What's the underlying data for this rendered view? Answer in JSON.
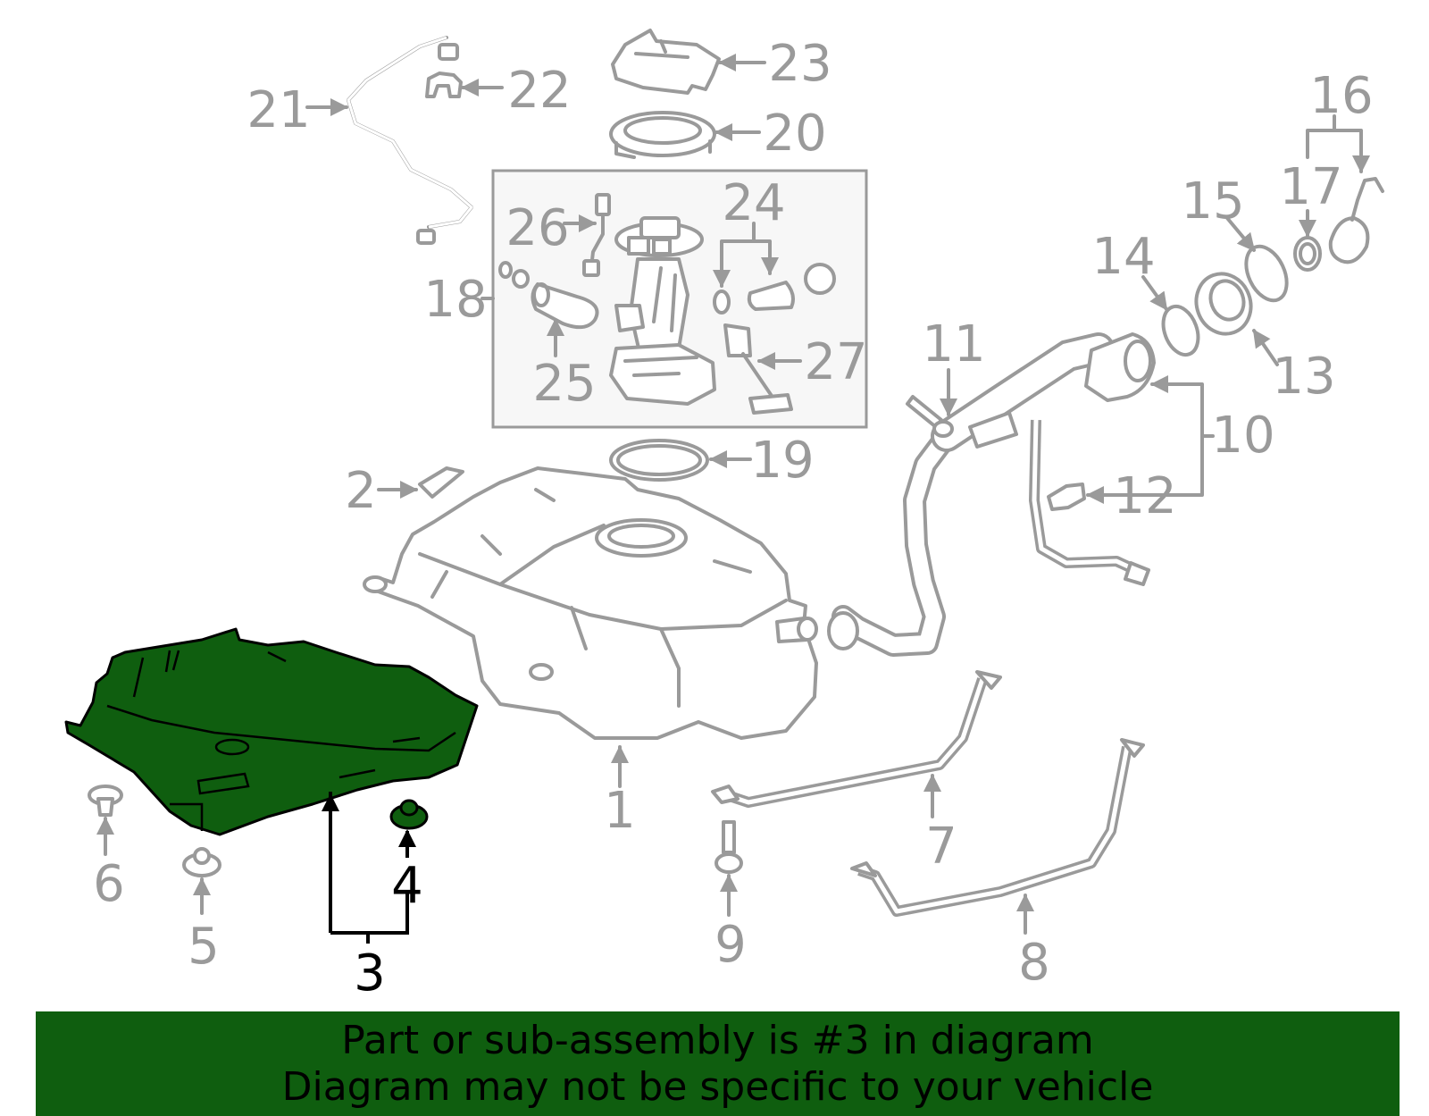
{
  "colors": {
    "highlight_fill": "#0f5e0f",
    "callout_gray": "#9a9a9a",
    "callout_active": "#000000",
    "banner_bg": "#0f5e0f",
    "box_bg": "#f7f7f7"
  },
  "callouts": [
    {
      "id": "1",
      "label": "1",
      "active": false
    },
    {
      "id": "2",
      "label": "2",
      "active": false
    },
    {
      "id": "3",
      "label": "3",
      "active": true
    },
    {
      "id": "4",
      "label": "4",
      "active": true
    },
    {
      "id": "5",
      "label": "5",
      "active": false
    },
    {
      "id": "6",
      "label": "6",
      "active": false
    },
    {
      "id": "7",
      "label": "7",
      "active": false
    },
    {
      "id": "8",
      "label": "8",
      "active": false
    },
    {
      "id": "9",
      "label": "9",
      "active": false
    },
    {
      "id": "10",
      "label": "10",
      "active": false
    },
    {
      "id": "11",
      "label": "11",
      "active": false
    },
    {
      "id": "12",
      "label": "12",
      "active": false
    },
    {
      "id": "13",
      "label": "13",
      "active": false
    },
    {
      "id": "14",
      "label": "14",
      "active": false
    },
    {
      "id": "15",
      "label": "15",
      "active": false
    },
    {
      "id": "16",
      "label": "16",
      "active": false
    },
    {
      "id": "17",
      "label": "17",
      "active": false
    },
    {
      "id": "18",
      "label": "18",
      "active": false
    },
    {
      "id": "19",
      "label": "19",
      "active": false
    },
    {
      "id": "20",
      "label": "20",
      "active": false
    },
    {
      "id": "21",
      "label": "21",
      "active": false
    },
    {
      "id": "22",
      "label": "22",
      "active": false
    },
    {
      "id": "23",
      "label": "23",
      "active": false
    },
    {
      "id": "24",
      "label": "24",
      "active": false
    },
    {
      "id": "25",
      "label": "25",
      "active": false
    },
    {
      "id": "26",
      "label": "26",
      "active": false
    },
    {
      "id": "27",
      "label": "27",
      "active": false
    }
  ],
  "banner": {
    "line1": "Part or sub-assembly is #3 in diagram",
    "line2": "Diagram may not be specific to your vehicle"
  }
}
